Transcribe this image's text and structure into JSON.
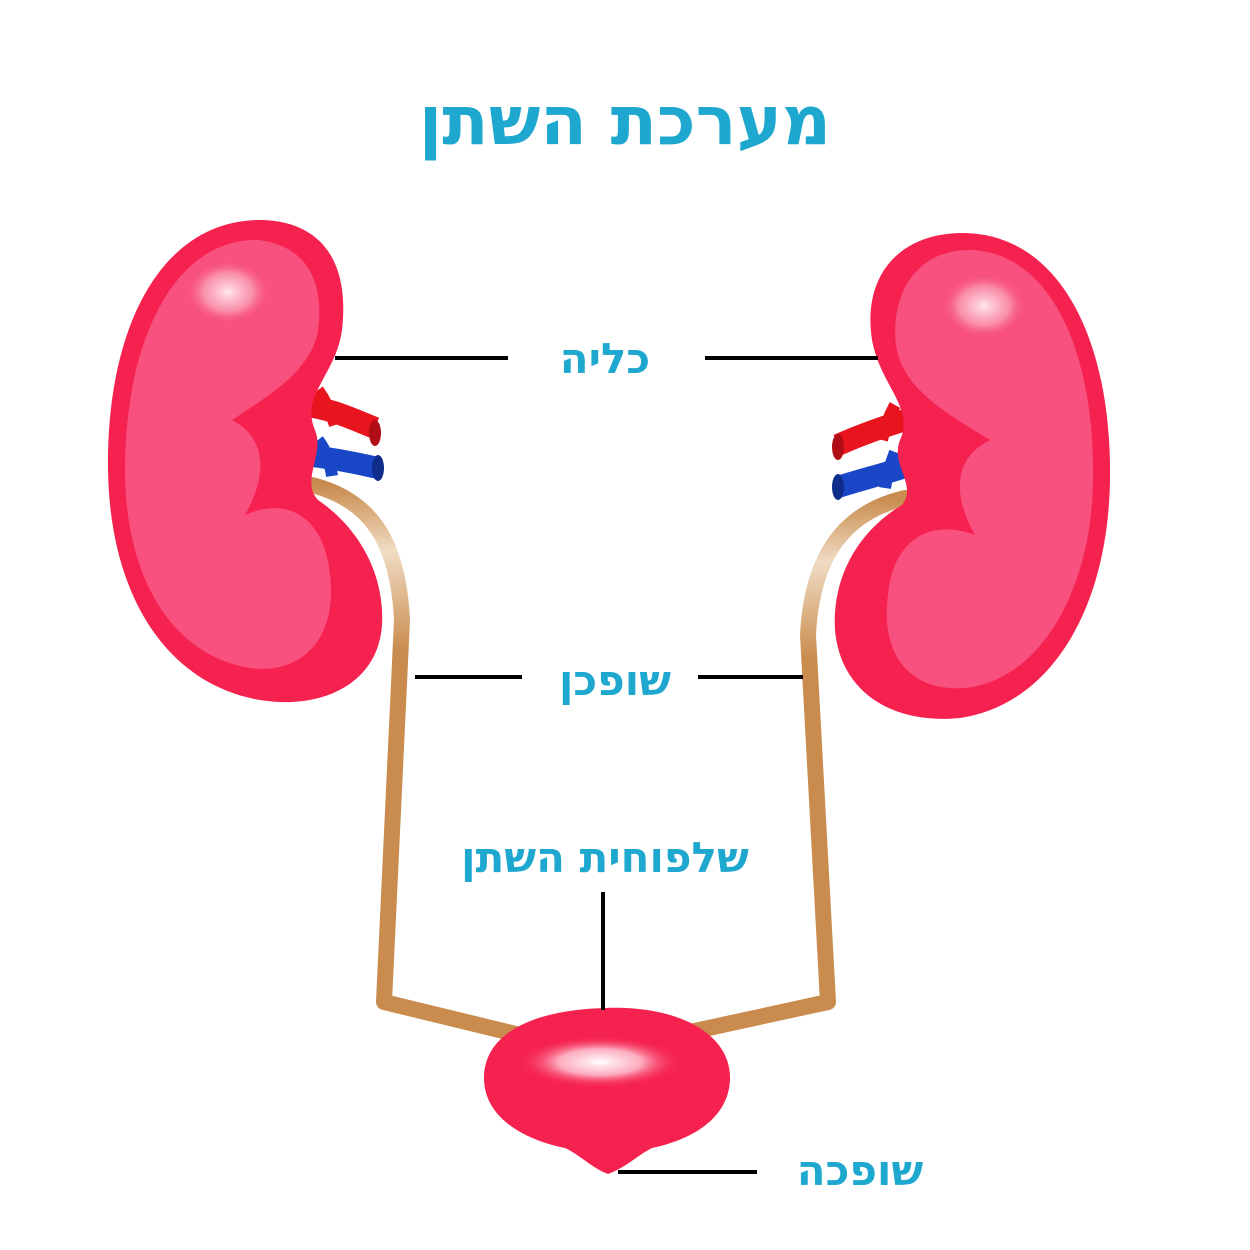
{
  "title": "מערכת השתן",
  "labels": {
    "kidney": "כליה",
    "ureter": "שופכן",
    "bladder": "שלפוחית השתן",
    "urethra": "שופכה"
  },
  "colors": {
    "label_text": "#1fa8cf",
    "kidney_outer": "#f5224f",
    "kidney_inner": "#f8507f",
    "artery": "#e8141e",
    "vein": "#1a47c8",
    "ureter": "#c98c4e",
    "bladder": "#f5224f",
    "leader_line": "#000000"
  }
}
